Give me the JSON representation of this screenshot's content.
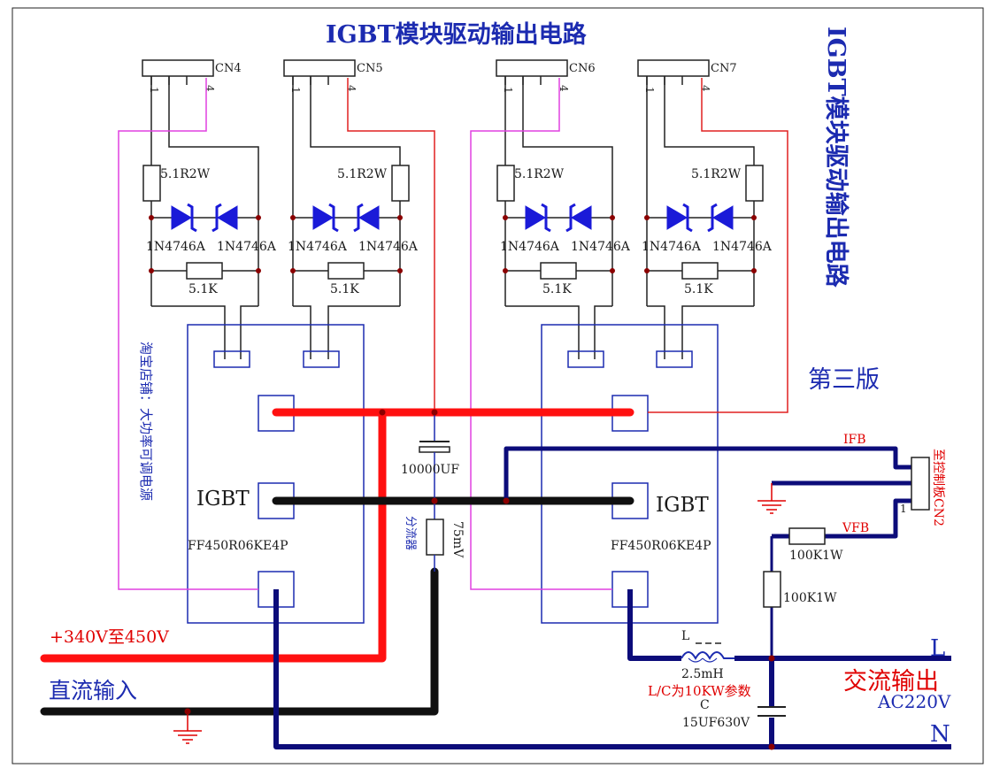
{
  "title": "IGBT模块驱动输出电路",
  "side_title": "IGBT模块驱动输出电路",
  "version": "第三版",
  "connectors": [
    "CN4",
    "CN5",
    "CN6",
    "CN7"
  ],
  "pin_first": "1",
  "pin_last": "4",
  "resistor_gate": "5.1R2W",
  "zener": "1N4746A",
  "resistor_5k1": "5.1K",
  "igbt_label": "IGBT",
  "igbt_model": "FF450R06KE4P",
  "capacitor": "10000UF",
  "shunt_name": "分流器",
  "shunt_value": "75mV",
  "side_note": "淘宝店铺：大功率可调电源",
  "dc_voltage": "+340V至450V",
  "dc_input": "直流输入",
  "ifb": "IFB",
  "vfb": "VFB",
  "control_board": "至控制板CN2",
  "cn2_pin": "1",
  "r_100k_1": "100K1W",
  "r_100k_2": "100K1W",
  "inductor_name": "L",
  "inductor_value": "2.5mH",
  "lc_note": "L/C为10KW参数",
  "cap_name": "C",
  "cap_value": "15UF630V",
  "out_L": "L",
  "out_N": "N",
  "ac_output": "交流输出",
  "ac_voltage": "AC220V",
  "colors": {
    "blue_text": "#1c2bb0",
    "red_wire": "#ff1010",
    "thin_red": "#e02020",
    "black_bus": "#101010",
    "navy_bus": "#0c0c7a",
    "pink_wire": "#e040e0",
    "zener_fill": "#1a1ad8",
    "node_dot": "#8b0000"
  }
}
